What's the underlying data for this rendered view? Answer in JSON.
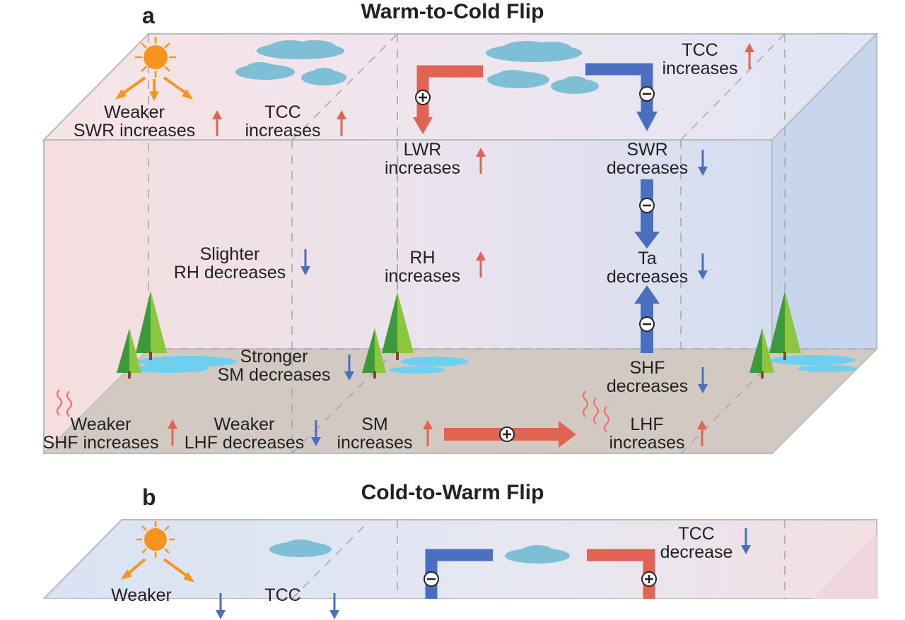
{
  "panel_a": {
    "letter": "a",
    "title": "Warm-to-Cold Flip",
    "labels": {
      "sun_line1": "Weaker",
      "sun_line2": "SWR increases",
      "tcc_left_line1": "TCC",
      "tcc_left_line2": "increases",
      "tcc_right_line1": "TCC",
      "tcc_right_line2": "increases",
      "lwr_line1": "LWR",
      "lwr_line2": "increases",
      "swr_line1": "SWR",
      "swr_line2": "decreases",
      "rh_left_line1": "Slighter",
      "rh_left_line2": "RH decreases",
      "rh_mid_line1": "RH",
      "rh_mid_line2": "increases",
      "ta_line1": "Ta",
      "ta_line2": "decreases",
      "sm_left_line1": "Stronger",
      "sm_left_line2": "SM decreases",
      "shf_right_line1": "SHF",
      "shf_right_line2": "decreases",
      "shf_left_line1": "Weaker",
      "shf_left_line2": "SHF increases",
      "lhf_left_line1": "Weaker",
      "lhf_left_line2": "LHF decreases",
      "sm_mid_line1": "SM",
      "sm_mid_line2": "increases",
      "lhf_right_line1": "LHF",
      "lhf_right_line2": "increases"
    }
  },
  "panel_b": {
    "letter": "b",
    "title": "Cold-to-Warm Flip",
    "labels": {
      "tcc_right_line1": "TCC",
      "tcc_right_line2": "decrease",
      "sun_line1": "Weaker",
      "tcc_left_line1": "TCC"
    }
  },
  "colors": {
    "warm": "#e06452",
    "cold": "#4a6fbf",
    "sun": "#f7941d",
    "cloud": "#7fbfd6",
    "tree_dark": "#3c9a3c",
    "tree_light": "#8cc63f",
    "water": "#6ecff0",
    "ground": "#d2c9c2"
  },
  "icons": {
    "sun": "sun-icon",
    "cloud": "cloud-icon",
    "tree": "tree-icon",
    "heat_wave": "heat-wave-icon",
    "positive_feedback": "plus-circle-icon",
    "negative_feedback": "minus-circle-icon"
  }
}
